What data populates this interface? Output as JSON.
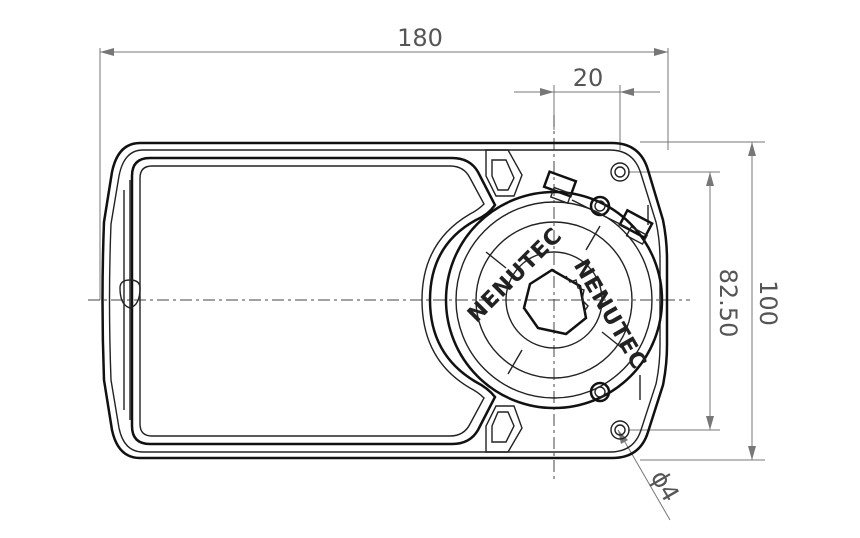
{
  "dimensions": {
    "overall_width": "180",
    "offset": "20",
    "hole_spacing": "82.50",
    "overall_height": "100",
    "hole_diameter": "ϕ4"
  },
  "brand": {
    "text_left": "NENUTEC",
    "text_right": "NENUTEC"
  },
  "colors": {
    "outline": "#111111",
    "dimension": "#777777"
  }
}
